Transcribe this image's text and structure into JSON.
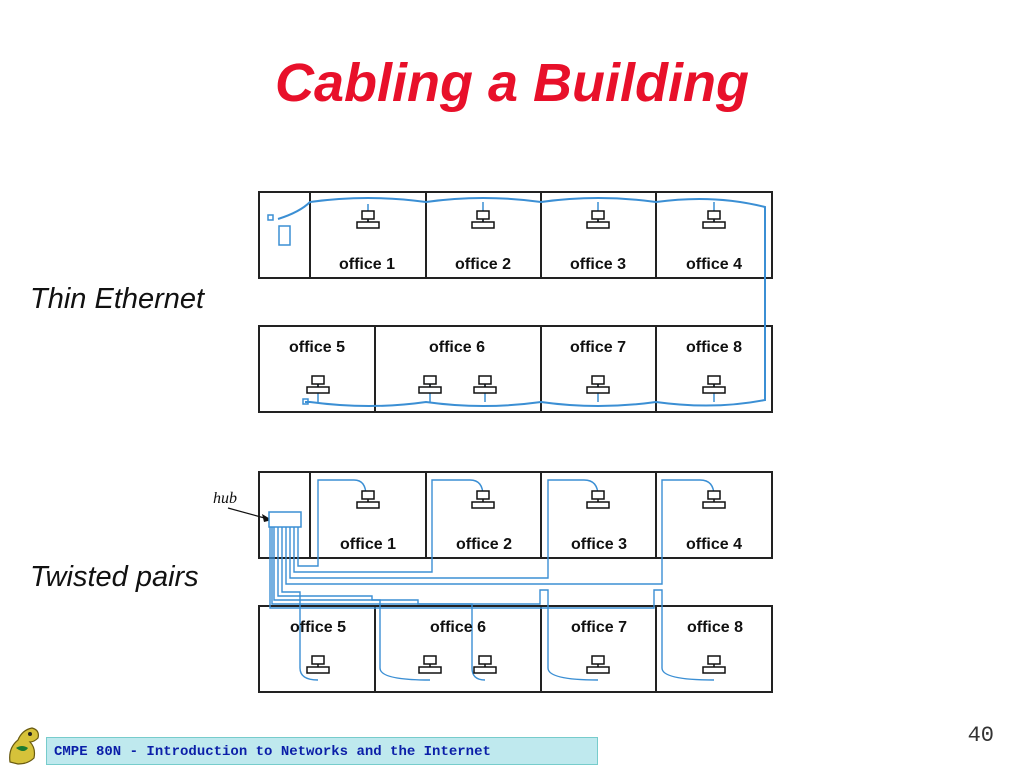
{
  "slide": {
    "title": "Cabling a Building",
    "number": "40"
  },
  "labels": {
    "thin_ethernet": "Thin Ethernet",
    "twisted_pairs": "Twisted pairs",
    "hub": "hub"
  },
  "offices_top_row": [
    "office 1",
    "office 2",
    "office 3",
    "office 4"
  ],
  "offices_bottom_row": [
    "office 5",
    "office 6",
    "office 7",
    "office 8"
  ],
  "footer": {
    "course": "CMPE 80N - Introduction to Networks and the Internet"
  },
  "colors": {
    "title": "#e8102a",
    "cable": "#3b8fd4",
    "footer_bg": "#bfe9ee",
    "footer_text": "#0b1fa8"
  },
  "icons": [
    "computer-icon",
    "terminator-icon",
    "hub-icon",
    "logo-icon"
  ]
}
